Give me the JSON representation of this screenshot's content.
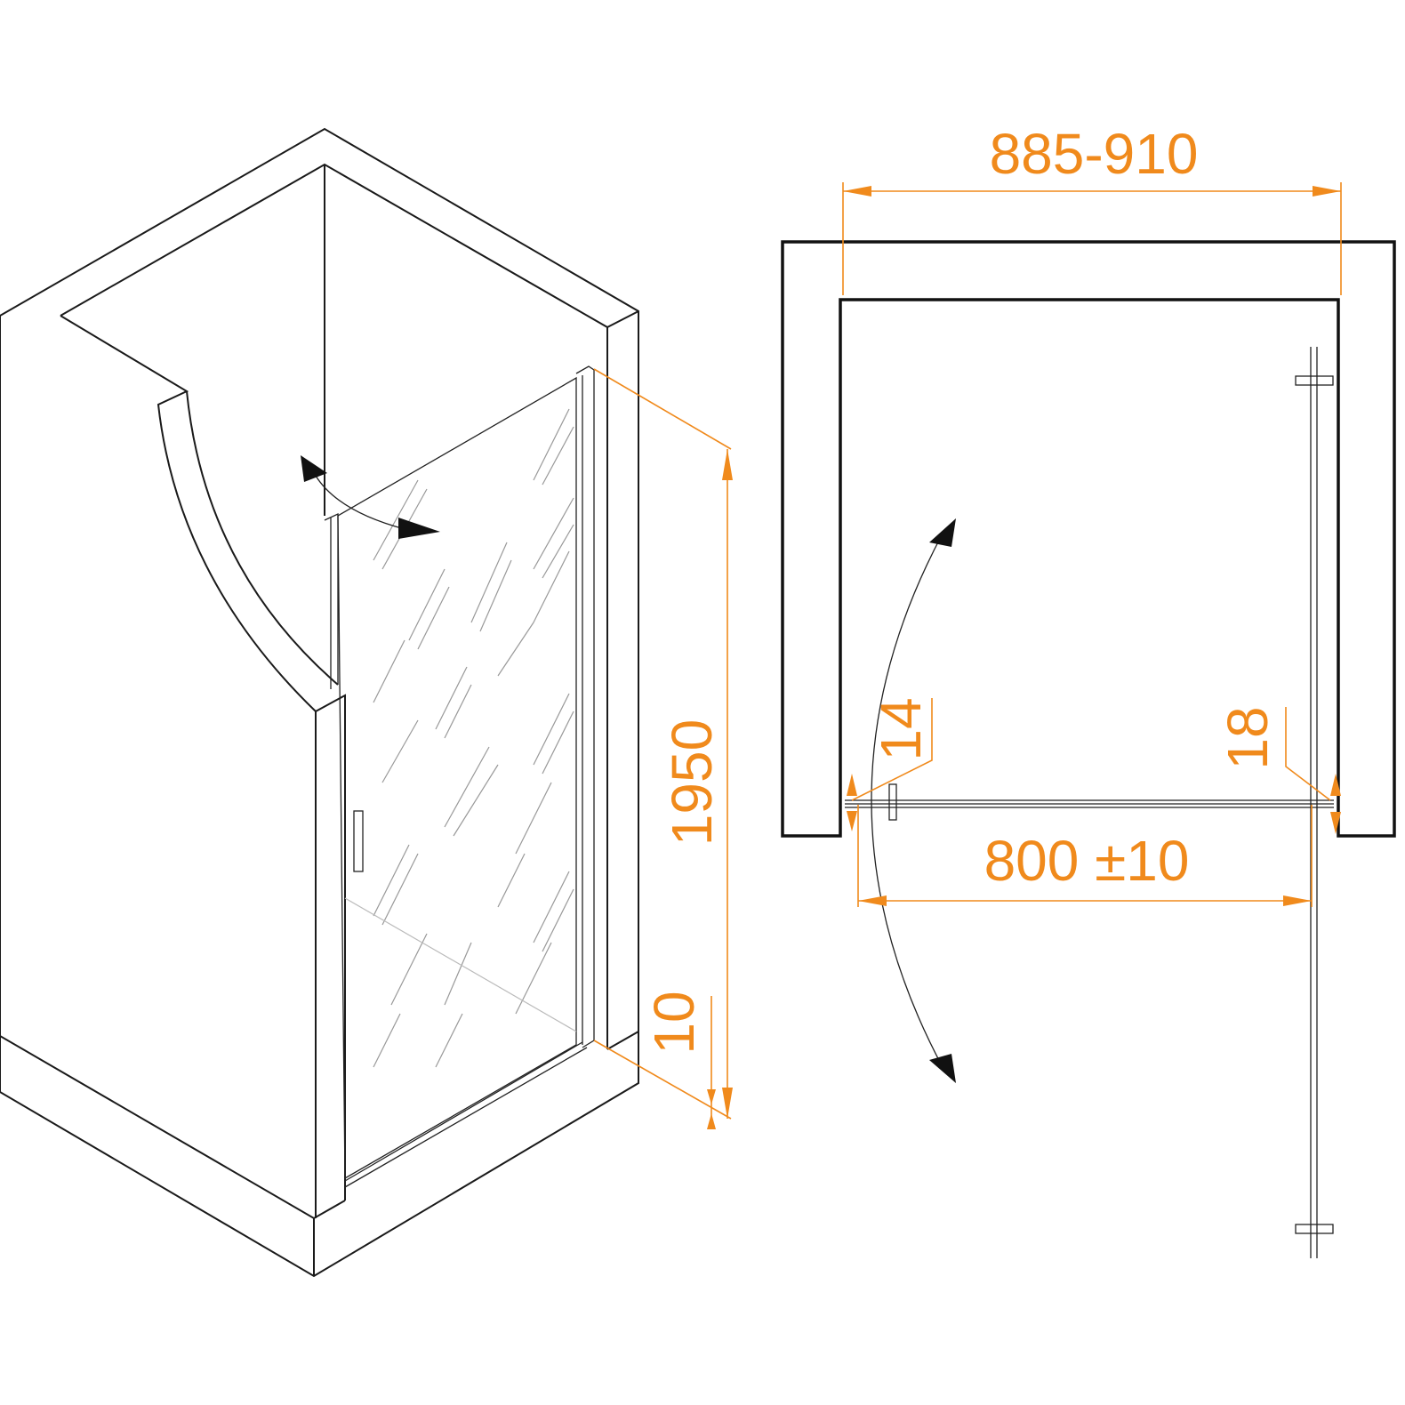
{
  "dimensions": {
    "width_range": "885-910",
    "door_width": "800 ±10",
    "height": "1950",
    "bottom_gap": "10",
    "left_gap": "14",
    "right_gap": "18"
  },
  "colors": {
    "dimension": "#f08a1c",
    "line": "#1a1a1a"
  }
}
